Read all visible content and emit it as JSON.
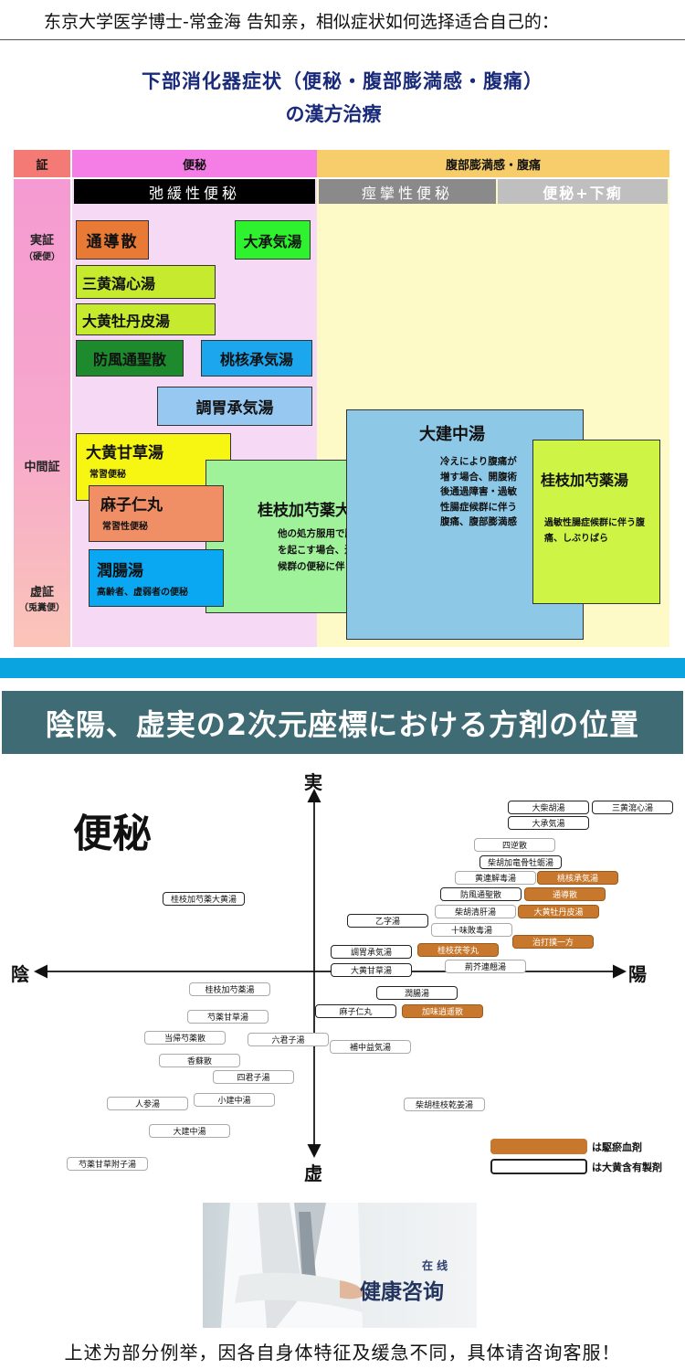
{
  "header": {
    "text": "东京大学医学博士-常金海 告知亲，相似症状如何选择适合自己的："
  },
  "diagram1": {
    "title_line1": "下部消化器症状（便秘・腹部膨満感・腹痛）",
    "title_line2": "の漢方治療",
    "col_sho": "証",
    "col_benpi": "便秘",
    "col_fukubu": "腹部膨満感・腹痛",
    "sub_chikan": "弛緩性便秘",
    "sub_keiren": "痙攣性便秘",
    "sub_geri": "便秘+下痢",
    "row_jitsu": "実証",
    "row_jitsu_sub": "（硬便）",
    "row_chukan": "中間証",
    "row_kyo": "虚証",
    "row_kyo_sub": "（兎糞便）",
    "boxes": {
      "tsudosan": "通導散",
      "daijoki": "大承気湯",
      "sanou": "三黄瀉心湯",
      "botanpi": "大黄牡丹皮湯",
      "bofu": "防風通聖散",
      "tokaku": "桃核承気湯",
      "choui": "調胃承気湯",
      "kanzo": "大黄甘草湯",
      "kanzo_note": "常習便秘",
      "mashinin": "麻子仁丸",
      "mashinin_note": "常習性便秘",
      "junchou": "潤腸湯",
      "junchou_note": "高齢者、虚弱者の便秘",
      "keishi_dai": "桂枝加芍薬大黄湯",
      "keishi_dai_note": "他の処方服用で腹痛、下痢を起こす場合、過敏性腸症候群の便秘に伴う腹痛",
      "daiken": "大建中湯",
      "daiken_note": "冷えにより腹痛が増す場合、開腹術後通過障害・過敏性腸症候群に伴う腹痛、腹部膨満感",
      "keishi": "桂枝加芍薬湯",
      "keishi_note": "過敏性腸症候群に伴う腹痛、しぶりばら"
    }
  },
  "diagram2": {
    "banner": "陰陽、虚実の2次元座標における方剤の位置",
    "heading": "便秘",
    "axis_top": "実",
    "axis_bottom": "虚",
    "axis_left": "陰",
    "axis_right": "陽",
    "items": [
      {
        "label": "大柴胡湯",
        "type": "white"
      },
      {
        "label": "三黄瀉心湯",
        "type": "white"
      },
      {
        "label": "大承気湯",
        "type": "white"
      },
      {
        "label": "四逆散",
        "type": "white"
      },
      {
        "label": "柴胡加竜骨牡蛎湯",
        "type": "white"
      },
      {
        "label": "黄連解毒湯",
        "type": "white"
      },
      {
        "label": "桃核承気湯",
        "type": "orange"
      },
      {
        "label": "防風通聖散",
        "type": "white"
      },
      {
        "label": "通導散",
        "type": "orange"
      },
      {
        "label": "柴胡清肝湯",
        "type": "white"
      },
      {
        "label": "大黄牡丹皮湯",
        "type": "orange"
      },
      {
        "label": "桂枝加芍薬大黄湯",
        "type": "white"
      },
      {
        "label": "乙字湯",
        "type": "white"
      },
      {
        "label": "十味敗毒湯",
        "type": "white"
      },
      {
        "label": "治打撲一方",
        "type": "orange"
      },
      {
        "label": "調胃承気湯",
        "type": "white"
      },
      {
        "label": "桂枝茯苓丸",
        "type": "orange"
      },
      {
        "label": "大黄甘草湯",
        "type": "white"
      },
      {
        "label": "荊芥連翹湯",
        "type": "white"
      },
      {
        "label": "桂枝加芍薬湯",
        "type": "white"
      },
      {
        "label": "潤腸湯",
        "type": "white"
      },
      {
        "label": "麻子仁丸",
        "type": "white"
      },
      {
        "label": "加味逍遥散",
        "type": "orange"
      },
      {
        "label": "芍薬甘草湯",
        "type": "white"
      },
      {
        "label": "当帰芍薬散",
        "type": "white"
      },
      {
        "label": "六君子湯",
        "type": "white"
      },
      {
        "label": "補中益気湯",
        "type": "white"
      },
      {
        "label": "香蘇散",
        "type": "white"
      },
      {
        "label": "四君子湯",
        "type": "white"
      },
      {
        "label": "人参湯",
        "type": "white"
      },
      {
        "label": "小建中湯",
        "type": "white"
      },
      {
        "label": "柴胡桂枝乾姜湯",
        "type": "white"
      },
      {
        "label": "大建中湯",
        "type": "white"
      },
      {
        "label": "芍薬甘草附子湯",
        "type": "white"
      }
    ],
    "legend_orange": "は駆瘀血剤",
    "legend_white": "は大黄含有製剤"
  },
  "consult": {
    "small": "在 线",
    "big": "健康咨询"
  },
  "footer": {
    "text": "上述为部分例举，因各自身体特征及缓急不同，具体请咨询客服！"
  },
  "colors": {
    "teal_banner": "#3e6b74",
    "blue_stripe": "#0aa5e0",
    "orange": "#c8782c"
  }
}
